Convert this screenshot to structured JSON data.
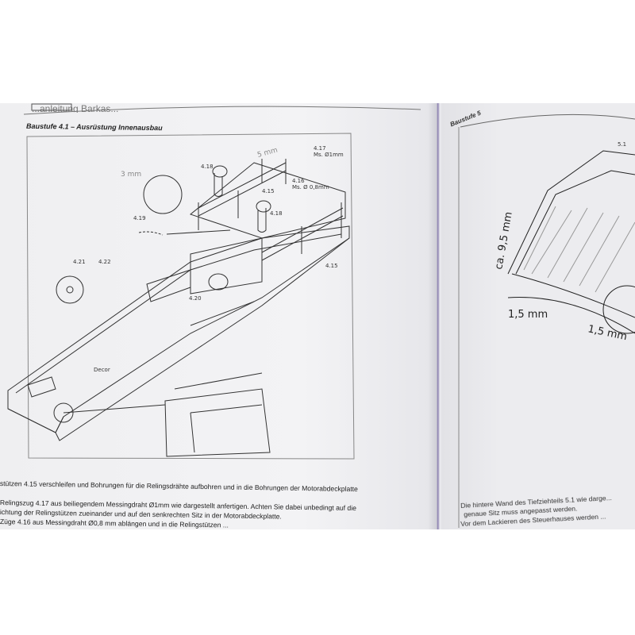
{
  "left_page": {
    "header": "...anleitung Barkas...",
    "step_title": "Baustufe 4.1 – Ausrüstung Innenausbau",
    "diagram_labels": {
      "l417": "4.17",
      "l417b": "Ms. Ø1mm",
      "l416": "4.16",
      "l416b": "Ms. Ø 0,8mm",
      "l418a": "4.18",
      "l418b": "4.18",
      "l415a": "4.15",
      "l415b": "4.15",
      "l419": "4.19",
      "l420": "4.20",
      "l421": "4.21",
      "l422": "4.22",
      "decor": "Decor",
      "dim3": "3 mm",
      "dim5": "5 mm"
    },
    "instructions": [
      "stützen 4.15 verschleifen und Bohrungen für die Relingsdrähte aufbohren und in die Bohrungen der Motorabdeckplatte",
      "Relingszug 4.17 aus beiliegendem Messingdraht Ø1mm wie dargestellt anfertigen. Achten Sie dabei unbedingt auf die",
      "ichtung der Relingstützen zueinander und auf den senkrechten Sitz in der Motorabdeckplatte.",
      "Züge 4.16 aus Messingdraht Ø0,8 mm ablängen und in die Relingstützen ..."
    ]
  },
  "right_page": {
    "step_title": "Baustufe 5",
    "diagram_labels": {
      "part": "5.1",
      "dim_height": "ca. 9,5 mm",
      "dim_a": "1,5 mm",
      "dim_b": "1,5 mm"
    },
    "instructions": [
      "Die hintere Wand des Tiefziehteils 5.1 wie darge...",
      "genaue Sitz muss angepasst werden.",
      "Vor dem Lackieren des Steuerhauses werden ..."
    ]
  }
}
